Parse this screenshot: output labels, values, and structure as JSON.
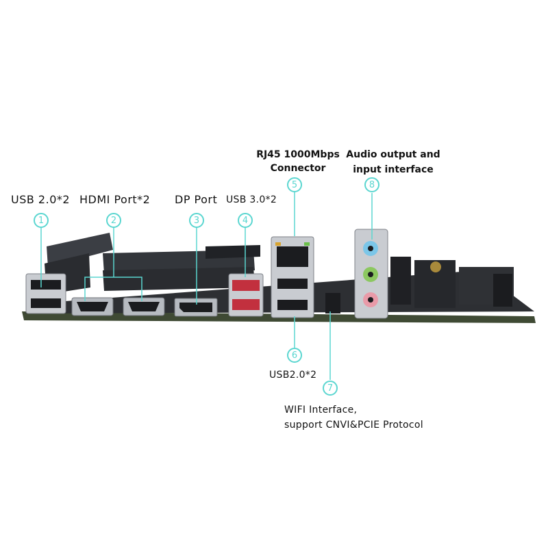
{
  "colors": {
    "accent": "#5ad6d0",
    "board": "#3a3d42",
    "usb3": "#c2303e",
    "text": "#111111"
  },
  "labels": {
    "usb2_rear": "USB 2.0*2",
    "hdmi": "HDMI Port*2",
    "dp": "DP Port",
    "usb3": "USB 3.0*2",
    "rj45_line1": "RJ45 1000Mbps",
    "rj45_line2": "Connector",
    "audio_line1": "Audio output and",
    "audio_line2": "input interface",
    "usb2_lower": "USB2.0*2",
    "wifi_line1": "WIFI Interface,",
    "wifi_line2": "support CNVI&PCIE Protocol"
  },
  "callouts": [
    "1",
    "2",
    "3",
    "4",
    "5",
    "6",
    "7",
    "8"
  ]
}
